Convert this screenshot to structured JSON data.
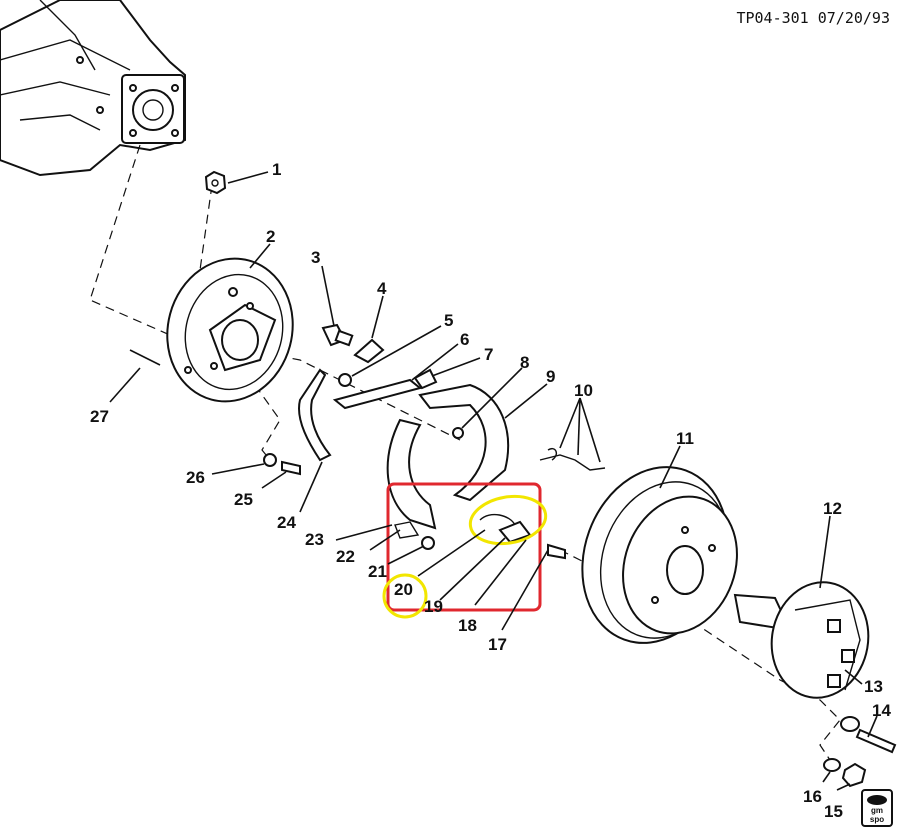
{
  "header": {
    "reference": "TP04-301 07/20/93"
  },
  "callouts": [
    {
      "id": "c1",
      "label": "1"
    },
    {
      "id": "c2",
      "label": "2"
    },
    {
      "id": "c3",
      "label": "3"
    },
    {
      "id": "c4",
      "label": "4"
    },
    {
      "id": "c5",
      "label": "5"
    },
    {
      "id": "c6",
      "label": "6"
    },
    {
      "id": "c7",
      "label": "7"
    },
    {
      "id": "c8",
      "label": "8"
    },
    {
      "id": "c9",
      "label": "9"
    },
    {
      "id": "c10",
      "label": "10"
    },
    {
      "id": "c11",
      "label": "11"
    },
    {
      "id": "c12",
      "label": "12"
    },
    {
      "id": "c13",
      "label": "13"
    },
    {
      "id": "c14",
      "label": "14"
    },
    {
      "id": "c15",
      "label": "15"
    },
    {
      "id": "c16",
      "label": "16"
    },
    {
      "id": "c17",
      "label": "17"
    },
    {
      "id": "c18",
      "label": "18"
    },
    {
      "id": "c19",
      "label": "19"
    },
    {
      "id": "c20",
      "label": "20"
    },
    {
      "id": "c21",
      "label": "21"
    },
    {
      "id": "c22",
      "label": "22"
    },
    {
      "id": "c23",
      "label": "23"
    },
    {
      "id": "c24",
      "label": "24"
    },
    {
      "id": "c25",
      "label": "25"
    },
    {
      "id": "c26",
      "label": "26"
    },
    {
      "id": "c27",
      "label": "27"
    }
  ],
  "logo": {
    "line1": "gm",
    "line2": "spo"
  },
  "highlights": {
    "box_color": "#e0282f",
    "circle_color": "#f2e600"
  }
}
